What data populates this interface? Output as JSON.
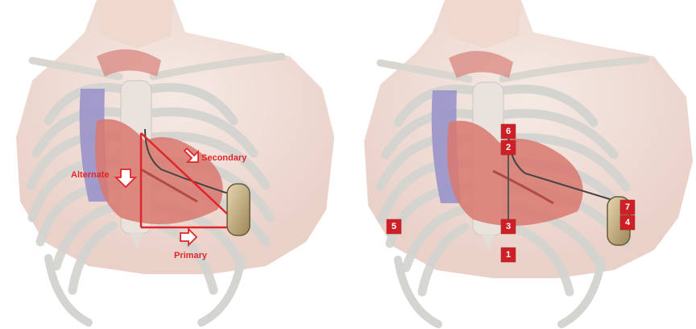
{
  "colors": {
    "skin": "#efddd6",
    "skin_shadow": "#e2c2b7",
    "bone": "#dcdcd8",
    "bone_edge": "#b4b4b0",
    "vein": "#8c86c4",
    "heart": "#d97a70",
    "accent_red": "#e0262b",
    "marker_red": "#cc1f26",
    "device_gold": "#c9b48a"
  },
  "left_panel": {
    "labels": {
      "alternate": "Alternate",
      "secondary": "Secondary",
      "primary": "Primary"
    }
  },
  "right_panel": {
    "markers": [
      "6",
      "2",
      "3",
      "1",
      "5",
      "7",
      "4"
    ]
  }
}
